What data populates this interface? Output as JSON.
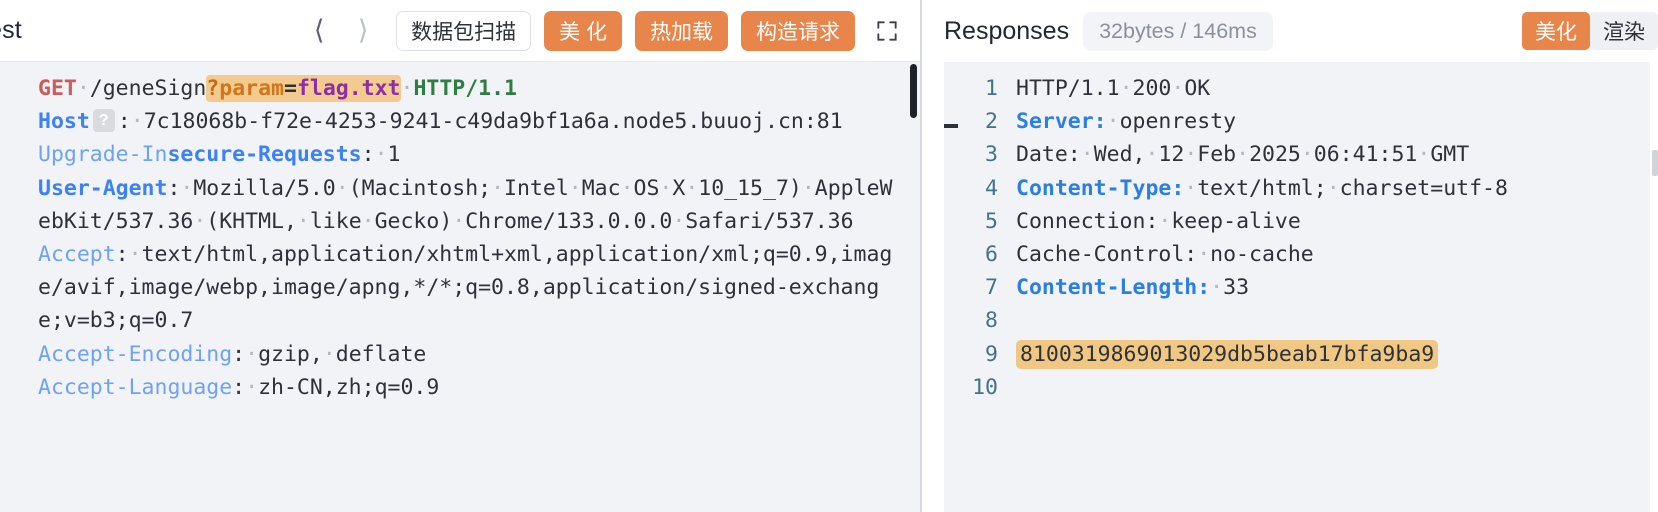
{
  "request_panel": {
    "title": "est",
    "nav": {
      "prev_icon": "chevron-left-icon",
      "next_icon": "chevron-right-icon"
    },
    "buttons": {
      "scan": "数据包扫描",
      "beautify": "美 化",
      "hot_reload": "热加载",
      "construct": "构造请求"
    },
    "expand_icon": "expand-fullscreen-icon",
    "lines": [
      {
        "id": "request-line",
        "tokens": [
          {
            "t": "GET",
            "c": "t-method"
          },
          {
            "t": "·",
            "c": "t-dot"
          },
          {
            "t": "/geneSign",
            "c": "t-path"
          },
          {
            "t": "?",
            "c": "t-qmark",
            "hl": true
          },
          {
            "t": "param",
            "c": "t-param",
            "hl": true
          },
          {
            "t": "=",
            "c": "t-eq",
            "hl": true
          },
          {
            "t": "flag.txt",
            "c": "t-val",
            "hl": true
          },
          {
            "t": "·",
            "c": "t-dot"
          },
          {
            "t": "HTTP/1.1",
            "c": "t-proto"
          }
        ]
      },
      {
        "id": "host-header",
        "tokens": [
          {
            "t": "Host",
            "c": "t-hdr-b"
          },
          {
            "t": "?",
            "c": "host-badge"
          },
          {
            "t": ":",
            "c": "t-text"
          },
          {
            "t": "·",
            "c": "t-dot"
          },
          {
            "t": "7c18068b-f72e-4253-9241-c49da9bf1a6a.node5.buuoj.cn:81",
            "c": "t-text"
          }
        ]
      },
      {
        "id": "upgrade-insecure-requests-header",
        "tokens": [
          {
            "t": "Upgrade-In",
            "c": "t-hdr-l"
          },
          {
            "t": "secure-Requests",
            "c": "t-hdr-b"
          },
          {
            "t": ":",
            "c": "t-text"
          },
          {
            "t": "·",
            "c": "t-dot"
          },
          {
            "t": "1",
            "c": "t-text"
          }
        ]
      },
      {
        "id": "user-agent-header",
        "tokens": [
          {
            "t": "User-Agent",
            "c": "t-hdr-b"
          },
          {
            "t": ":",
            "c": "t-text"
          },
          {
            "t": "·",
            "c": "t-dot"
          },
          {
            "t": "Mozilla/5.0",
            "c": "t-text"
          },
          {
            "t": "·",
            "c": "t-dot"
          },
          {
            "t": "(Macintosh;",
            "c": "t-text"
          },
          {
            "t": "·",
            "c": "t-dot"
          },
          {
            "t": "Intel",
            "c": "t-text"
          },
          {
            "t": "·",
            "c": "t-dot"
          },
          {
            "t": "Mac",
            "c": "t-text"
          },
          {
            "t": "·",
            "c": "t-dot"
          },
          {
            "t": "OS",
            "c": "t-text"
          },
          {
            "t": "·",
            "c": "t-dot"
          },
          {
            "t": "X",
            "c": "t-text"
          },
          {
            "t": "·",
            "c": "t-dot"
          },
          {
            "t": "10_15_7)",
            "c": "t-text"
          },
          {
            "t": "·",
            "c": "t-dot"
          },
          {
            "t": "AppleWebKit/537.36",
            "c": "t-text"
          },
          {
            "t": "·",
            "c": "t-dot"
          },
          {
            "t": "(KHTML,",
            "c": "t-text"
          },
          {
            "t": "·",
            "c": "t-dot"
          },
          {
            "t": "like",
            "c": "t-text"
          },
          {
            "t": "·",
            "c": "t-dot"
          },
          {
            "t": "Gecko)",
            "c": "t-text"
          },
          {
            "t": "·",
            "c": "t-dot"
          },
          {
            "t": "Chrome/133.0.0.0",
            "c": "t-text"
          },
          {
            "t": "·",
            "c": "t-dot"
          },
          {
            "t": "Safari/537.36",
            "c": "t-text"
          }
        ]
      },
      {
        "id": "accept-header",
        "tokens": [
          {
            "t": "Accept",
            "c": "t-hdr-l"
          },
          {
            "t": ":",
            "c": "t-text"
          },
          {
            "t": "·",
            "c": "t-dot"
          },
          {
            "t": "text/html,application/xhtml+xml,application/xml;q=0.9,image/avif,image/webp,image/apng,*/*;q=0.8,application/signed-exchange;v=b3;q=0.7",
            "c": "t-text"
          }
        ]
      },
      {
        "id": "accept-encoding-header",
        "tokens": [
          {
            "t": "Accept-Encoding",
            "c": "t-hdr-l"
          },
          {
            "t": ":",
            "c": "t-text"
          },
          {
            "t": "·",
            "c": "t-dot"
          },
          {
            "t": "gzip,",
            "c": "t-text"
          },
          {
            "t": "·",
            "c": "t-dot"
          },
          {
            "t": "deflate",
            "c": "t-text"
          }
        ]
      },
      {
        "id": "accept-language-header",
        "tokens": [
          {
            "t": "Accept-Language",
            "c": "t-hdr-l"
          },
          {
            "t": ":",
            "c": "t-text"
          },
          {
            "t": "·",
            "c": "t-dot"
          },
          {
            "t": "zh-CN,zh;q=0.9",
            "c": "t-text"
          }
        ]
      }
    ]
  },
  "response_panel": {
    "title": "Responses",
    "meta": "32bytes / 146ms",
    "buttons": {
      "beautify": "美化",
      "render": "渲染"
    },
    "line_numbers": [
      "1",
      "2",
      "3",
      "4",
      "5",
      "6",
      "7",
      "8",
      "9",
      "10"
    ],
    "lines": [
      {
        "id": "status-line",
        "tokens": [
          {
            "t": "HTTP/1.1",
            "c": "r-text"
          },
          {
            "t": "·",
            "c": "t-dot"
          },
          {
            "t": "200",
            "c": "r-text"
          },
          {
            "t": "·",
            "c": "t-dot"
          },
          {
            "t": "OK",
            "c": "r-text"
          }
        ]
      },
      {
        "id": "server-header",
        "tokens": [
          {
            "t": "Server:",
            "c": "r-hdr"
          },
          {
            "t": "·",
            "c": "t-dot"
          },
          {
            "t": "openresty",
            "c": "r-text"
          }
        ]
      },
      {
        "id": "date-header",
        "tokens": [
          {
            "t": "Date:",
            "c": "r-text"
          },
          {
            "t": "·",
            "c": "t-dot"
          },
          {
            "t": "Wed,",
            "c": "r-text"
          },
          {
            "t": "·",
            "c": "t-dot"
          },
          {
            "t": "12",
            "c": "r-text"
          },
          {
            "t": "·",
            "c": "t-dot"
          },
          {
            "t": "Feb",
            "c": "r-text"
          },
          {
            "t": "·",
            "c": "t-dot"
          },
          {
            "t": "2025",
            "c": "r-text"
          },
          {
            "t": "·",
            "c": "t-dot"
          },
          {
            "t": "06:41:51",
            "c": "r-text"
          },
          {
            "t": "·",
            "c": "t-dot"
          },
          {
            "t": "GMT",
            "c": "r-text"
          }
        ]
      },
      {
        "id": "content-type-header",
        "tokens": [
          {
            "t": "Content-Type:",
            "c": "r-hdr"
          },
          {
            "t": "·",
            "c": "t-dot"
          },
          {
            "t": "text/html;",
            "c": "r-text"
          },
          {
            "t": "·",
            "c": "t-dot"
          },
          {
            "t": "charset=utf-8",
            "c": "r-text"
          }
        ]
      },
      {
        "id": "connection-header",
        "tokens": [
          {
            "t": "Connection:",
            "c": "r-text"
          },
          {
            "t": "·",
            "c": "t-dot"
          },
          {
            "t": "keep-alive",
            "c": "r-text"
          }
        ]
      },
      {
        "id": "cache-control-header",
        "tokens": [
          {
            "t": "Cache-Control:",
            "c": "r-text"
          },
          {
            "t": "·",
            "c": "t-dot"
          },
          {
            "t": "no-cache",
            "c": "r-text"
          }
        ]
      },
      {
        "id": "content-length-header",
        "tokens": [
          {
            "t": "Content-Length:",
            "c": "r-hdr"
          },
          {
            "t": "·",
            "c": "t-dot"
          },
          {
            "t": "33",
            "c": "r-text"
          }
        ]
      },
      {
        "id": "blank-line",
        "tokens": []
      },
      {
        "id": "response-body-flag",
        "tokens": [
          {
            "t": "8100319869013029db5beab17bfa9ba9",
            "c": "hl-flag"
          }
        ]
      },
      {
        "id": "trailing-blank-line",
        "tokens": []
      }
    ]
  }
}
